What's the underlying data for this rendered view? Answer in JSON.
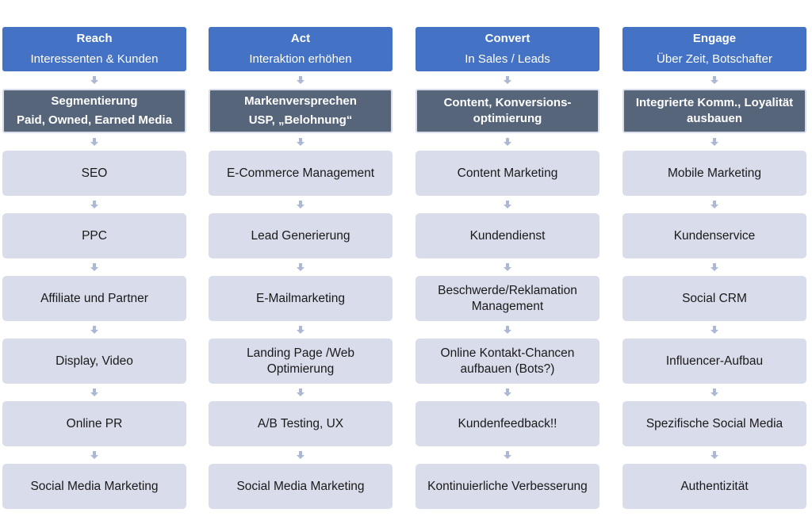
{
  "colors": {
    "header": "#4472c4",
    "dark": "#56657a",
    "item": "#d9dcea",
    "arrow": "#adb8d4"
  },
  "columns": [
    {
      "title": "Reach",
      "subtitle": "Interessenten & Kunden",
      "focus": [
        "Segmentierung",
        "Paid, Owned, Earned Media"
      ],
      "items": [
        "SEO",
        "PPC",
        "Affiliate und Partner",
        "Display, Video",
        "Online PR",
        "Social Media Marketing"
      ]
    },
    {
      "title": "Act",
      "subtitle": "Interaktion erhöhen",
      "focus": [
        "Markenversprechen",
        "USP, „Belohnung“"
      ],
      "items": [
        "E-Commerce Management",
        "Lead Generierung",
        "E-Mailmarketing",
        "Landing Page /Web Optimierung",
        "A/B Testing, UX",
        "Social Media Marketing"
      ]
    },
    {
      "title": "Convert",
      "subtitle": "In Sales / Leads",
      "focus": [
        "Content, Konversions-",
        "optimierung"
      ],
      "items": [
        "Content Marketing",
        "Kundendienst",
        "Beschwerde/Reklamation Management",
        "Online Kontakt-Chancen aufbauen (Bots?)",
        "Kundenfeedback!!",
        "Kontinuierliche Verbesserung"
      ]
    },
    {
      "title": "Engage",
      "subtitle": "Über Zeit, Botschafter",
      "focus": [
        "Integrierte Komm., Loyalität",
        "ausbauen"
      ],
      "items": [
        "Mobile Marketing",
        "Kundenservice",
        "Social CRM",
        "Influencer-Aufbau",
        "Spezifische Social Media",
        "Authentizität"
      ]
    }
  ]
}
